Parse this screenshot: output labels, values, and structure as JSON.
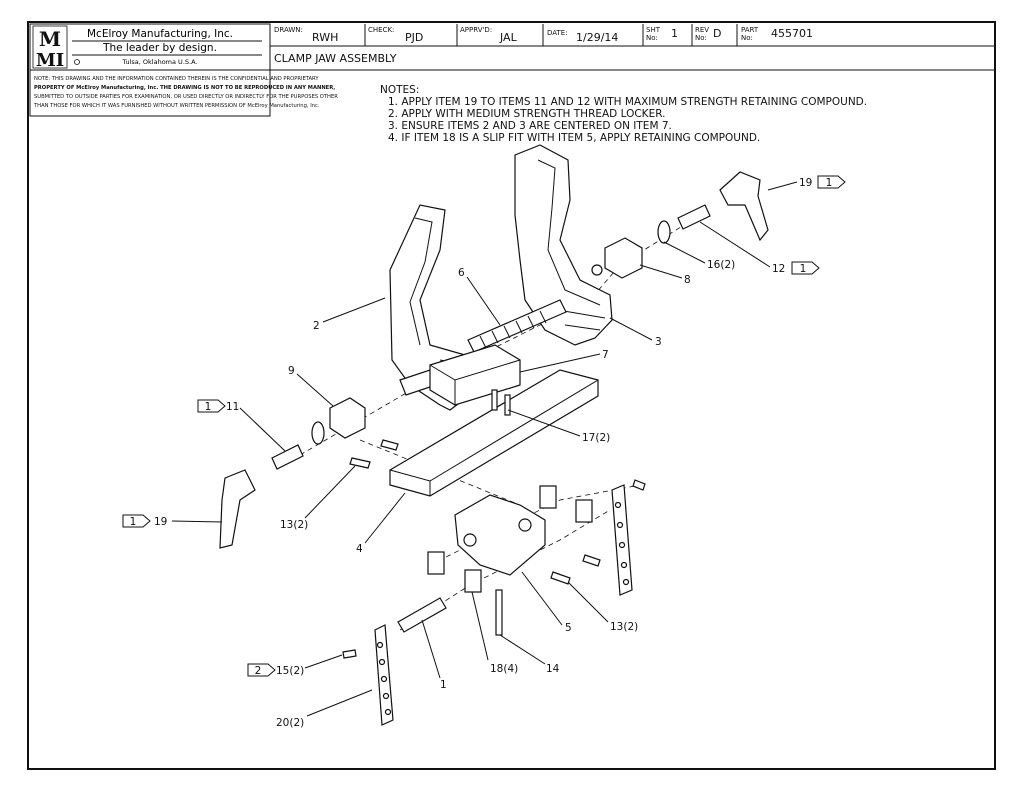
{
  "title_block": {
    "company": "McElroy Manufacturing, Inc.",
    "tagline": "The leader by design.",
    "location": "Tulsa, Oklahoma U.S.A.",
    "logo_text": "MMI",
    "drawn_label": "DRAWN:",
    "drawn_value": "RWH",
    "check_label": "CHECK:",
    "check_value": "PJD",
    "approved_label": "APPRV'D:",
    "approved_value": "JAL",
    "date_label": "DATE:",
    "date_value": "1/29/14",
    "sheet_label_1": "SHT",
    "sheet_label_2": "No:",
    "sheet_value": "1",
    "rev_label_1": "REV",
    "rev_label_2": "No:",
    "rev_value": "D",
    "part_label_1": "PART",
    "part_label_2": "No:",
    "part_value": "455701",
    "drawing_title": "CLAMP JAW ASSEMBLY",
    "confidential_lines": [
      "NOTE: THIS DRAWING AND THE INFORMATION CONTAINED THEREIN IS THE CONFIDENTIAL AND PROPRIETARY",
      "PROPERTY OF McElroy Manufacturing, Inc. THE DRAWING IS NOT TO BE REPRODUCED IN ANY MANNER,",
      "SUBMITTED TO OUTSIDE PARTIES FOR EXAMINATION, OR USED DIRECTLY OR INDIRECTLY FOR THE PURPOSES OTHER",
      "THAN THOSE FOR WHICH IT WAS FURNISHED WITHOUT WRITTEN PERMISSION OF McElroy Manufacturing, Inc."
    ]
  },
  "notes": {
    "heading": "NOTES:",
    "items": [
      "1.  APPLY ITEM 19 TO ITEMS 11 AND 12 WITH MAXIMUM STRENGTH RETAINING COMPOUND.",
      "2.  APPLY WITH MEDIUM STRENGTH THREAD LOCKER.",
      "3.  ENSURE ITEMS 2 AND 3 ARE CENTERED ON ITEM 7.",
      "4.  IF ITEM 18 IS A SLIP FIT WITH ITEM 5, APPLY RETAINING COMPOUND."
    ]
  },
  "callouts": [
    {
      "id": "c19-top",
      "label": "19",
      "flag": "1"
    },
    {
      "id": "c12",
      "label": "12",
      "flag": "1"
    },
    {
      "id": "c16",
      "label": "16(2)"
    },
    {
      "id": "c8",
      "label": "8"
    },
    {
      "id": "c6",
      "label": "6"
    },
    {
      "id": "c2",
      "label": "2"
    },
    {
      "id": "c3",
      "label": "3"
    },
    {
      "id": "c7",
      "label": "7"
    },
    {
      "id": "c9",
      "label": "9"
    },
    {
      "id": "c11",
      "label": "11",
      "flag": "1"
    },
    {
      "id": "c17",
      "label": "17(2)"
    },
    {
      "id": "c19-left",
      "label": "19",
      "flag": "1"
    },
    {
      "id": "c13-left",
      "label": "13(2)"
    },
    {
      "id": "c4",
      "label": "4"
    },
    {
      "id": "c5",
      "label": "5"
    },
    {
      "id": "c13-right",
      "label": "13(2)"
    },
    {
      "id": "c15",
      "label": "15(2)",
      "flag": "2"
    },
    {
      "id": "c18",
      "label": "18(4)"
    },
    {
      "id": "c14",
      "label": "14"
    },
    {
      "id": "c1",
      "label": "1"
    },
    {
      "id": "c20",
      "label": "20(2)"
    }
  ]
}
